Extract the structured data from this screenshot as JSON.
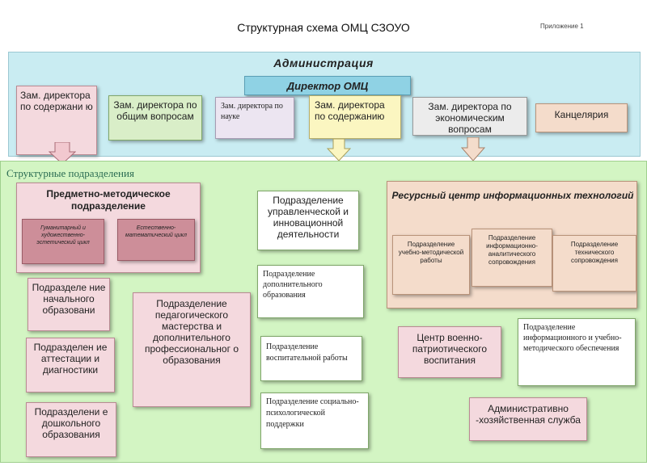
{
  "header": {
    "title": "Структурная схема ОМЦ СЗОУО",
    "appendix": "Приложение 1"
  },
  "administration": {
    "label": "Администрация",
    "director": "Директор ОМЦ",
    "deputies": [
      "Зам. директора по содержани ю",
      "Зам. директора по общим вопросам",
      "Зам. директора по науке",
      "Зам. директора по содержанию",
      "Зам. директора по экономическим вопросам",
      "Канцелярия"
    ]
  },
  "structure": {
    "label": "Структурные подразделения",
    "methodical": {
      "title": "Предметно-методическое подразделение",
      "cycles": [
        "Гуманитарный и художественно-эстетический цикл",
        "Естественно-математический цикл"
      ]
    },
    "units_left": [
      "Подразделе ние начального образовани",
      "Подразделен ие аттестации и диагностики",
      "Подразделени е дошкольного образования"
    ],
    "pedagogical": "Подразделение педагогического мастерства и дополнительного профессиональног о образования",
    "management": "Подразделение управленческой и инновационной деятельности",
    "additional": "Подразделение дополнительного образования",
    "educational": "Подразделение воспитательной работы",
    "social": "Подразделение социально-психологической поддержки",
    "resource_center": {
      "title": "Ресурсный центр информационных технологий",
      "subunits": [
        "Подразделение учебно-методической работы",
        "Подразделение информационно-аналитического сопровождения",
        "Подразделение технического сопровождения"
      ]
    },
    "military": "Центр военно-патриотического воспитания",
    "info": "Подразделение информационного и учебно-методического обеспечения",
    "admin_service": "Административно -хозяйственная служба"
  }
}
